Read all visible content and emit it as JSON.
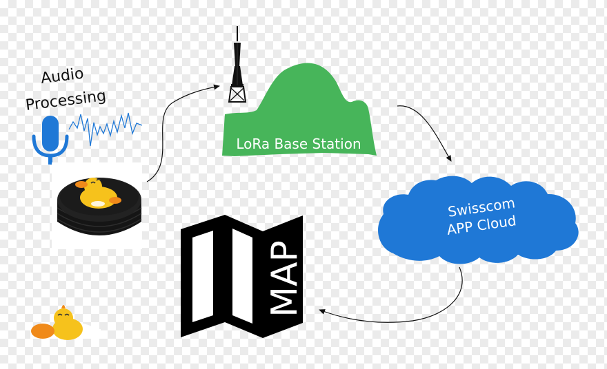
{
  "audio": {
    "line1": "Audio",
    "line2": "Processing"
  },
  "base_station": {
    "label": "LoRa Base Station"
  },
  "cloud": {
    "line1": "Swisscom",
    "line2": "APP Cloud"
  },
  "map": {
    "label": "MAP"
  },
  "colors": {
    "hill": "#47b55a",
    "cloud": "#1f78d6",
    "mic": "#1f78d6",
    "duck": "#f6c21c",
    "duck_beak": "#f08a1a",
    "puck": "#1b1b1b",
    "tower": "#111111",
    "map": "#000000",
    "arrow": "#111111"
  },
  "icons": [
    "microphone-icon",
    "waveform-icon",
    "duck-puck-icon",
    "antenna-tower-icon",
    "cloud-icon",
    "folded-map-icon",
    "duck-icon"
  ]
}
